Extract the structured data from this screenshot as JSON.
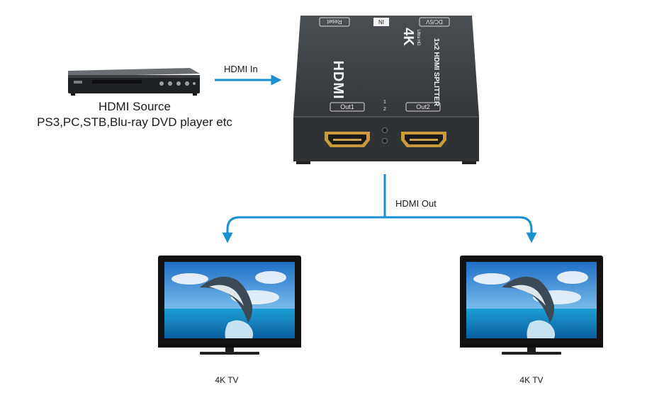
{
  "source": {
    "title": "HDMI Source",
    "subtitle": "PS3,PC,STB,Blu-ray DVD player etc"
  },
  "connections": {
    "input_label": "HDMI  In",
    "output_label": "HDMI Out"
  },
  "splitter": {
    "top_labels": {
      "reset": "Reset",
      "in": "IN",
      "dc": "DC/5V"
    },
    "badge_4k": "4K",
    "badge_ultra": "Ultra HD",
    "model": "1x2 HDMI SPLITTER",
    "logo": "HDMI",
    "port_labels": [
      "Out1",
      "Out2"
    ],
    "led_numbers": [
      "1",
      "2"
    ]
  },
  "displays": [
    {
      "label": "4K TV"
    },
    {
      "label": "4K TV"
    }
  ],
  "colors": {
    "arrow": "#1a8fd1",
    "device_body": "#3b3f42",
    "device_front": "#2e3234"
  }
}
